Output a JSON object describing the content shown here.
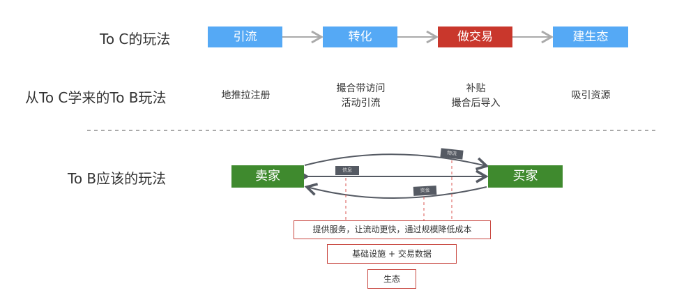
{
  "rows": {
    "to_c": {
      "label": "To C的玩法",
      "steps": [
        {
          "label": "引流",
          "color": "#55a9f5"
        },
        {
          "label": "转化",
          "color": "#55a9f5"
        },
        {
          "label": "做交易",
          "color": "#c9372c"
        },
        {
          "label": "建生态",
          "color": "#55a9f5"
        }
      ]
    },
    "learned": {
      "label": "从To C学来的To B玩法",
      "notes": [
        [
          "地推拉注册"
        ],
        [
          "撮合带访问",
          "活动引流"
        ],
        [
          "补贴",
          "撮合后导入"
        ],
        [
          "吸引资源"
        ]
      ]
    },
    "to_b": {
      "label": "To B应该的玩法",
      "seller": "卖家",
      "buyer": "买家",
      "flows": {
        "top": "物流",
        "middle": "信息",
        "bottom": "资金"
      },
      "boxes": [
        "提供服务，让流动更快，通过规模降低成本",
        "基础设施 + 交易数据",
        "生态"
      ]
    }
  },
  "colors": {
    "green": "#3f8a2e",
    "red_border": "#c8463f",
    "arrow": "#555a63",
    "connector": "#aaaaaa"
  }
}
